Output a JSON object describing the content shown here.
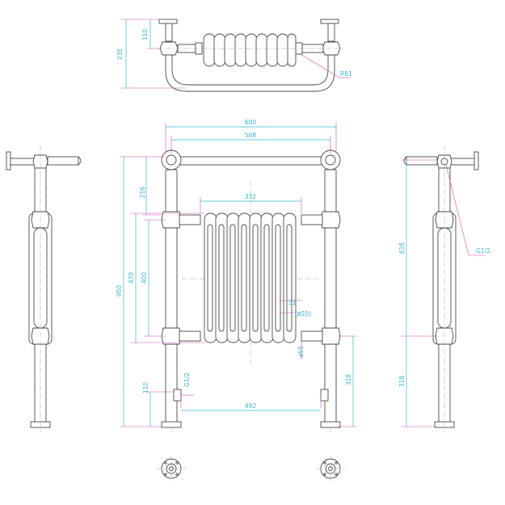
{
  "colors": {
    "outline": "#4a4a4a",
    "dimension_text": "#35b6cf",
    "extension_lines": "#cf4fb1",
    "background": "#ffffff"
  },
  "dimensions": {
    "top_view_depth": "235",
    "top_view_offset": "110",
    "top_view_radius": "R81",
    "overall_width": "600",
    "rail_centres": "568",
    "radiator_width": "332",
    "top_rail_gap": "216",
    "radiator_height_outer": "470",
    "radiator_height_centres": "400",
    "overall_height": "950",
    "section_pitch": "31",
    "section_depth": "(ø25)",
    "connection_pipe": "ø55",
    "valve_height": "110",
    "valve_thread": "G1/2",
    "floor_to_bottom_rail": "318",
    "floor_connection_centres": "492",
    "side_height_upper": "616",
    "side_height_lower": "318",
    "side_thread": "G1/2"
  }
}
